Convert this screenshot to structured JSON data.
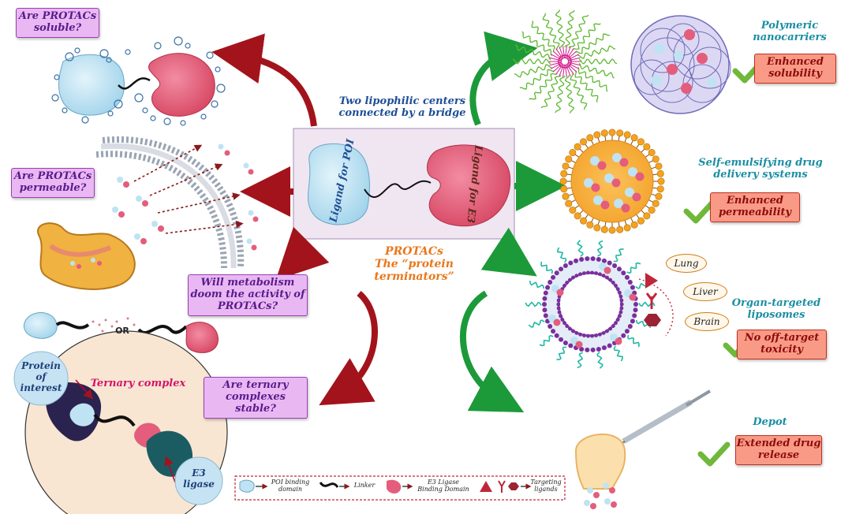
{
  "center": {
    "title": "Two lipophilic centers connected by a bridge",
    "title_line1": "Two lipophilic centers",
    "title_line2": "connected by a bridge",
    "ligand_poi": "Ligand for POI",
    "ligand_e3": "Ligand for E3",
    "subtitle_line1": "PROTACs",
    "subtitle_line2": "The “protein terminators”"
  },
  "questions": {
    "soluble_l1": "Are PROTACs",
    "soluble_l2": "soluble?",
    "permeable_l1": "Are PROTACs",
    "permeable_l2": "permeable?",
    "metabolism_l1": "Will metabolism",
    "metabolism_l2": "doom the activity of",
    "metabolism_l3": "PROTACs?",
    "ternary_l1": "Are ternary",
    "ternary_l2": "complexes stable?"
  },
  "left": {
    "or_text": "OR",
    "protein_l1": "Protein",
    "protein_l2": "of",
    "protein_l3": "interest",
    "ternary_complex": "Ternary complex",
    "e3_l1": "E3",
    "e3_l2": "ligase"
  },
  "strategies": {
    "polymeric_l1": "Polymeric",
    "polymeric_l2": "nanocarriers",
    "polymeric_res_l1": "Enhanced",
    "polymeric_res_l2": "solubility",
    "sedds_l1": "Self-emulsifying drug",
    "sedds_l2": "delivery systems",
    "sedds_res_l1": "Enhanced",
    "sedds_res_l2": "permeability",
    "lipo_l1": "Organ-targeted",
    "lipo_l2": "liposomes",
    "lipo_res_l1": "No off-target",
    "lipo_res_l2": "toxicity",
    "organs": [
      "Lung",
      "Liver",
      "Brain"
    ],
    "depot": "Depot",
    "depot_res_l1": "Extended drug",
    "depot_res_l2": "release"
  },
  "legend": {
    "poi_l1": "POI binding",
    "poi_l2": "domain",
    "linker": "Linker",
    "e3_l1": "E3 Ligase",
    "e3_l2": "Binding Domain",
    "targeting_l1": "Targeting",
    "targeting_l2": "ligands"
  },
  "colors": {
    "poi_blue": "#bfe3f2",
    "e3_pink": "#e45d7c",
    "question_fill": "#e9b8f3",
    "result_fill": "#f89a86",
    "arrow_red": "#a3131b",
    "arrow_green": "#1c9a3a",
    "title_blue": "#1f4e96",
    "orange_text": "#e8771a",
    "teal_text": "#1a8ea3"
  }
}
